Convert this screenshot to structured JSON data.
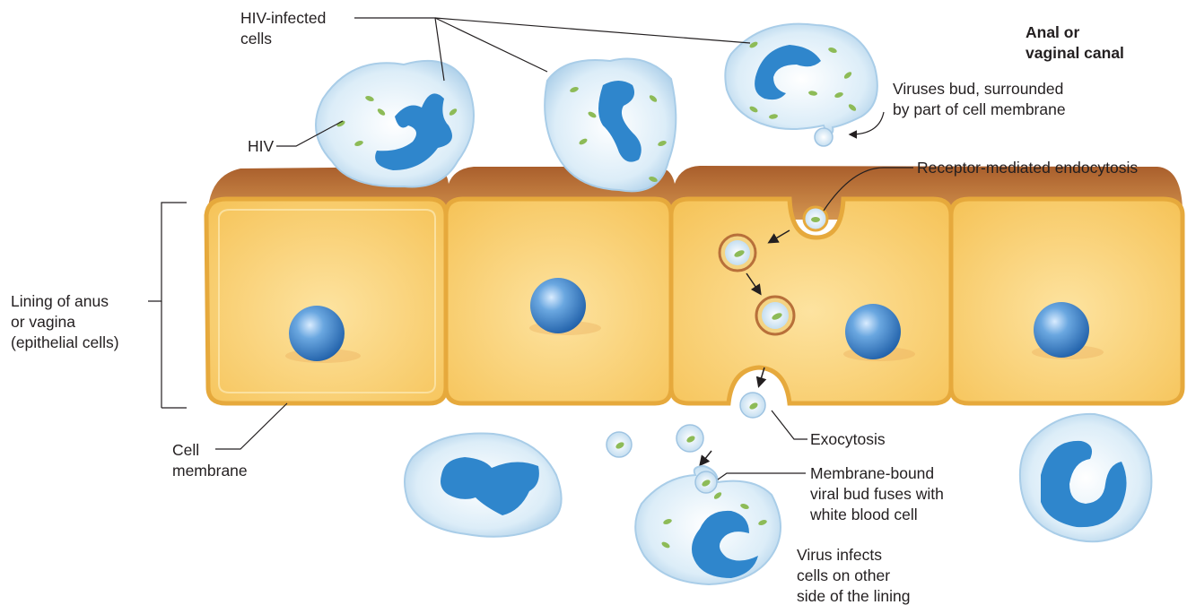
{
  "labels": {
    "hiv_infected_cells": [
      "HIV-infected",
      "cells"
    ],
    "canal": [
      "Anal or",
      "vaginal canal"
    ],
    "viruses_bud": [
      "Viruses bud, surrounded",
      "by part of cell membrane"
    ],
    "hiv": "HIV",
    "receptor_endocytosis": "Receptor-mediated endocytosis",
    "lining": [
      "Lining of anus",
      "or vagina",
      "(epithelial cells)"
    ],
    "cell_membrane": [
      "Cell",
      "membrane"
    ],
    "exocytosis": "Exocytosis",
    "membrane_bound": [
      "Membrane-bound",
      "viral bud fuses with",
      "white blood cell"
    ],
    "virus_infects": [
      "Virus infects",
      "cells on other",
      "side of the lining"
    ]
  },
  "colors": {
    "cell_top": "#b8703a",
    "cell_body": "#f8cf6c",
    "membrane": "#e3a73d",
    "nucleus": "#4a8ed1",
    "wbc_body": "#d6ecfa",
    "wbc_nucleus": "#2f86cc",
    "virus": "#8dbb57",
    "text": "#231f20"
  }
}
